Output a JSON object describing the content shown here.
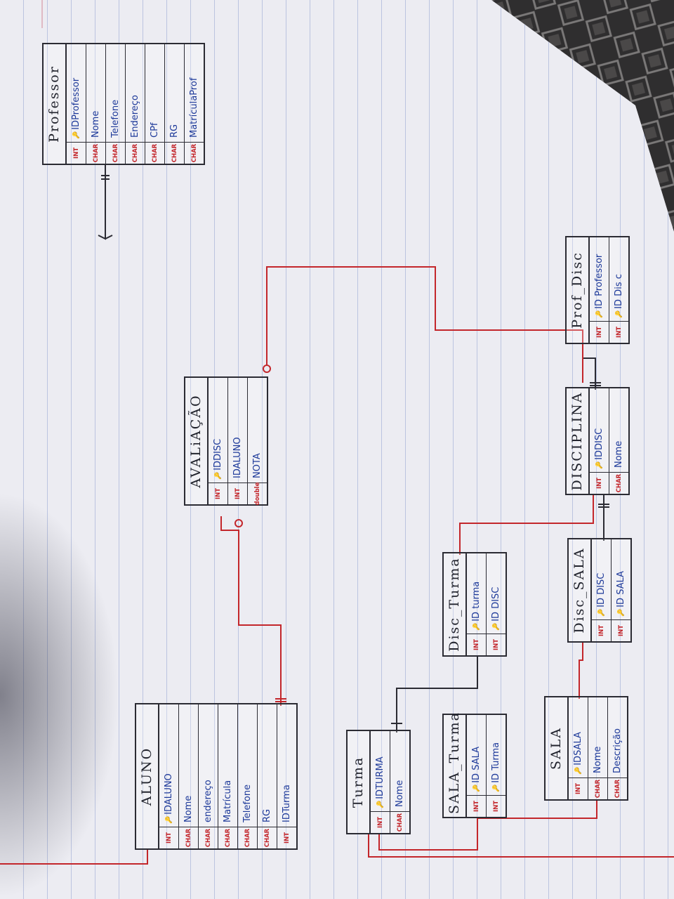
{
  "entities": {
    "professor": {
      "title": "Professor",
      "fields": [
        {
          "type": "INT",
          "key": "🔑",
          "name": "IDProfessor"
        },
        {
          "type": "CHAR",
          "key": "",
          "name": "Nome"
        },
        {
          "type": "CHAR",
          "key": "",
          "name": "Telefone"
        },
        {
          "type": "CHAR",
          "key": "",
          "name": "Endereço"
        },
        {
          "type": "CHAR",
          "key": "",
          "name": "CPf"
        },
        {
          "type": "CHAR",
          "key": "",
          "name": "RG"
        },
        {
          "type": "CHAR",
          "key": "",
          "name": "MatrículaProf"
        }
      ]
    },
    "prof_disc": {
      "title": "Prof_Disc",
      "fields": [
        {
          "type": "INT",
          "key": "🔑",
          "name": "ID Professor"
        },
        {
          "type": "INT",
          "key": "🔑",
          "name": "ID Dis c"
        }
      ]
    },
    "disciplina": {
      "title": "DISCIPLINA",
      "fields": [
        {
          "type": "INT",
          "key": "🔑",
          "name": "IDDISC"
        },
        {
          "type": "CHAR",
          "key": "",
          "name": "Nome"
        }
      ]
    },
    "avaliacao": {
      "title": "AVALiAÇÃO",
      "fields": [
        {
          "type": "INT",
          "key": "🔑",
          "name": "IDDISC"
        },
        {
          "type": "INT",
          "key": "",
          "name": "IDALUNO"
        },
        {
          "type": "double",
          "key": "",
          "name": "NOTA"
        }
      ]
    },
    "disc_sala": {
      "title": "Disc_SALA",
      "fields": [
        {
          "type": "INT",
          "key": "🔑",
          "name": "ID DISC"
        },
        {
          "type": "INT",
          "key": "🔑",
          "name": "ID SALA"
        }
      ]
    },
    "disc_turma": {
      "title": "Disc_Turma",
      "fields": [
        {
          "type": "INT",
          "key": "🔑",
          "name": "ID turma"
        },
        {
          "type": "INT",
          "key": "🔑",
          "name": "ID DISC"
        }
      ]
    },
    "sala": {
      "title": "SALA",
      "fields": [
        {
          "type": "INT",
          "key": "🔑",
          "name": "IDSALA"
        },
        {
          "type": "CHAR",
          "key": "",
          "name": "Nome"
        },
        {
          "type": "CHAR",
          "key": "",
          "name": "Descrição"
        }
      ]
    },
    "sala_turma": {
      "title": "SALA_Turma",
      "fields": [
        {
          "type": "INT",
          "key": "🔑",
          "name": "ID SALA"
        },
        {
          "type": "INT",
          "key": "🔑",
          "name": "ID Turma"
        }
      ]
    },
    "turma": {
      "title": "Turma",
      "fields": [
        {
          "type": "INT",
          "key": "🔑",
          "name": "IDTURMA"
        },
        {
          "type": "CHAR",
          "key": "",
          "name": "Nome"
        }
      ]
    },
    "aluno": {
      "title": "ALUNO",
      "fields": [
        {
          "type": "INT",
          "key": "🔑",
          "name": "IDALUNO"
        },
        {
          "type": "CHAR",
          "key": "",
          "name": "Nome"
        },
        {
          "type": "CHAR",
          "key": "",
          "name": "endereço"
        },
        {
          "type": "CHAR",
          "key": "",
          "name": "Matrícula"
        },
        {
          "type": "CHAR",
          "key": "",
          "name": "Telefone"
        },
        {
          "type": "CHAR",
          "key": "",
          "name": "RG"
        },
        {
          "type": "INT",
          "key": "",
          "name": "IDTurma"
        }
      ]
    }
  },
  "colors": {
    "ink_blue": "#1e3a9a",
    "ink_red": "#c3262b",
    "ink_black": "#2b2b33",
    "paper": "#ececf2",
    "rule_lines": "#6f86c8"
  }
}
